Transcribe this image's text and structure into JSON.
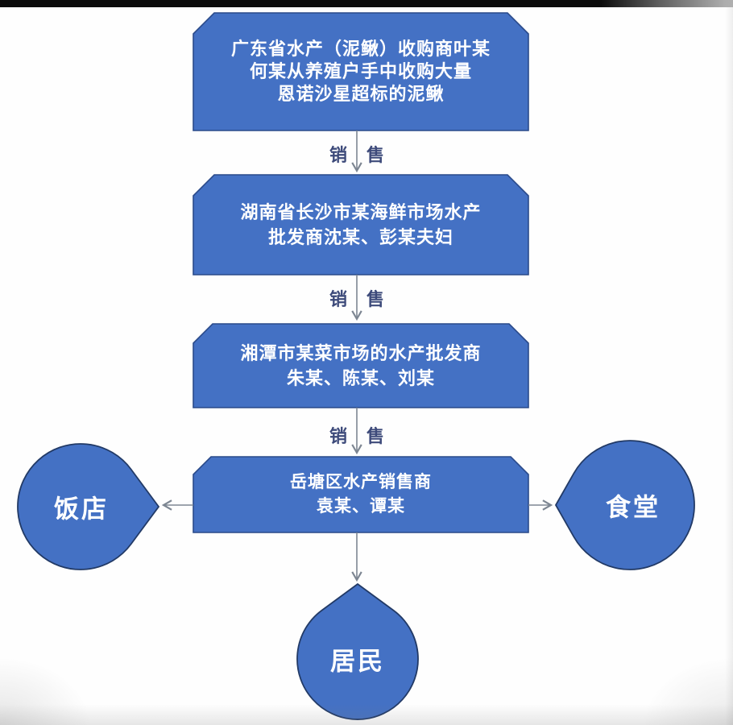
{
  "palette": {
    "background": "#fefefe",
    "node_fill": "#4471c4",
    "node_border": "#2a4a8a",
    "terminal_border": "#223a66",
    "node_text": "#ffffff",
    "edge_color": "#7d8692",
    "edge_label_color": "#3d4a7a",
    "top_bar": "#0c0c0c"
  },
  "chain": [
    {
      "lines": [
        "广东省水产（泥鳅）收购商叶某",
        "何某从养殖户手中收购大量",
        "恩诺沙星超标的泥鳅"
      ]
    },
    {
      "lines": [
        "湖南省长沙市某海鲜市场水产",
        "批发商沈某、彭某夫妇"
      ]
    },
    {
      "lines": [
        "湘潭市某菜市场的水产批发商",
        "朱某、陈某、刘某"
      ]
    },
    {
      "lines": [
        "岳塘区水产销售商",
        "袁某、谭某"
      ]
    }
  ],
  "edges": [
    {
      "label": "销售"
    },
    {
      "label": "销售"
    },
    {
      "label": "销售"
    }
  ],
  "terminals": {
    "left": {
      "label": "饭店"
    },
    "right": {
      "label": "食堂"
    },
    "bottom": {
      "label": "居民"
    }
  }
}
